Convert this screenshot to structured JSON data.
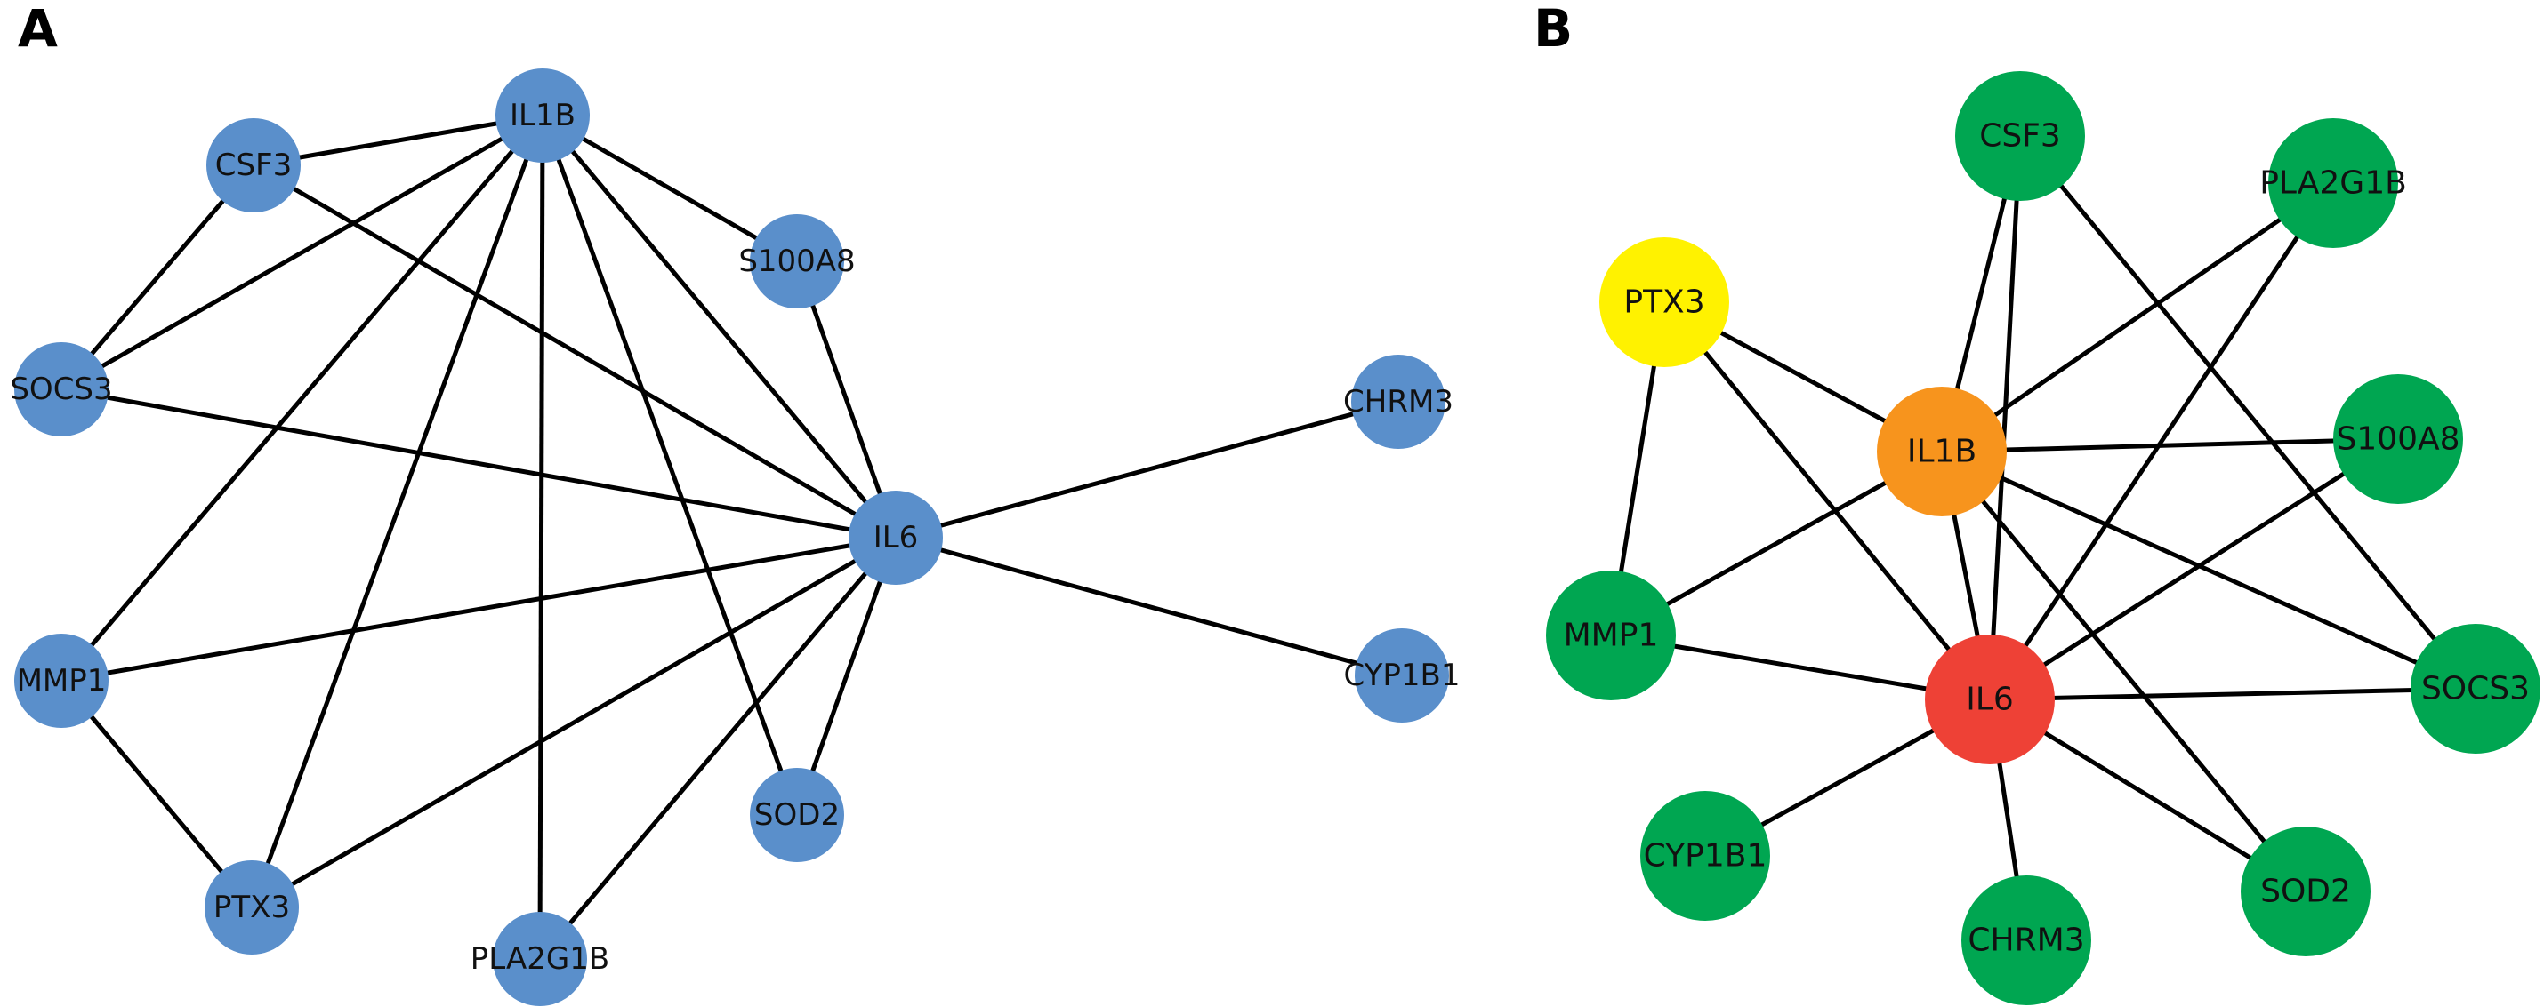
{
  "panels": [
    {
      "label": "A",
      "node_color": "#5A8FCB",
      "nodes": [
        {
          "id": "IL1B",
          "label": "IL1B"
        },
        {
          "id": "CSF3",
          "label": "CSF3"
        },
        {
          "id": "S100A8",
          "label": "S100A8"
        },
        {
          "id": "SOCS3",
          "label": "SOCS3"
        },
        {
          "id": "IL6",
          "label": "IL6"
        },
        {
          "id": "CHRM3",
          "label": "CHRM3"
        },
        {
          "id": "MMP1",
          "label": "MMP1"
        },
        {
          "id": "CYP1B1",
          "label": "CYP1B1"
        },
        {
          "id": "SOD2",
          "label": "SOD2"
        },
        {
          "id": "PTX3",
          "label": "PTX3"
        },
        {
          "id": "PLA2G1B",
          "label": "PLA2G1B"
        }
      ],
      "edges": [
        [
          "IL1B",
          "CSF3"
        ],
        [
          "IL1B",
          "SOCS3"
        ],
        [
          "IL1B",
          "S100A8"
        ],
        [
          "IL1B",
          "MMP1"
        ],
        [
          "IL1B",
          "PTX3"
        ],
        [
          "IL1B",
          "PLA2G1B"
        ],
        [
          "IL1B",
          "SOD2"
        ],
        [
          "IL1B",
          "IL6"
        ],
        [
          "CSF3",
          "SOCS3"
        ],
        [
          "CSF3",
          "IL6"
        ],
        [
          "SOCS3",
          "IL6"
        ],
        [
          "S100A8",
          "IL6"
        ],
        [
          "IL6",
          "CHRM3"
        ],
        [
          "IL6",
          "CYP1B1"
        ],
        [
          "IL6",
          "MMP1"
        ],
        [
          "IL6",
          "PTX3"
        ],
        [
          "IL6",
          "PLA2G1B"
        ],
        [
          "IL6",
          "SOD2"
        ],
        [
          "MMP1",
          "PTX3"
        ]
      ]
    },
    {
      "label": "B",
      "legend_colors": {
        "hub_1": "#EE4136",
        "hub_2": "#F7941D",
        "hub_3": "#FFF200",
        "other": "#00A651"
      },
      "nodes": [
        {
          "id": "CSF3",
          "label": "CSF3",
          "color": "#00A651"
        },
        {
          "id": "PLA2G1B",
          "label": "PLA2G1B",
          "color": "#00A651"
        },
        {
          "id": "PTX3",
          "label": "PTX3",
          "color": "#FFF200"
        },
        {
          "id": "IL1B",
          "label": "IL1B",
          "color": "#F7941D"
        },
        {
          "id": "S100A8",
          "label": "S100A8",
          "color": "#00A651"
        },
        {
          "id": "MMP1",
          "label": "MMP1",
          "color": "#00A651"
        },
        {
          "id": "IL6",
          "label": "IL6",
          "color": "#EE4136"
        },
        {
          "id": "SOCS3",
          "label": "SOCS3",
          "color": "#00A651"
        },
        {
          "id": "CYP1B1",
          "label": "CYP1B1",
          "color": "#00A651"
        },
        {
          "id": "CHRM3",
          "label": "CHRM3",
          "color": "#00A651"
        },
        {
          "id": "SOD2",
          "label": "SOD2",
          "color": "#00A651"
        }
      ],
      "edges": [
        [
          "PTX3",
          "IL1B"
        ],
        [
          "PTX3",
          "IL6"
        ],
        [
          "PTX3",
          "MMP1"
        ],
        [
          "CSF3",
          "IL1B"
        ],
        [
          "CSF3",
          "IL6"
        ],
        [
          "CSF3",
          "SOCS3"
        ],
        [
          "PLA2G1B",
          "IL1B"
        ],
        [
          "PLA2G1B",
          "IL6"
        ],
        [
          "IL1B",
          "S100A8"
        ],
        [
          "IL1B",
          "MMP1"
        ],
        [
          "IL1B",
          "IL6"
        ],
        [
          "IL1B",
          "SOCS3"
        ],
        [
          "IL1B",
          "SOD2"
        ],
        [
          "S100A8",
          "IL6"
        ],
        [
          "IL6",
          "MMP1"
        ],
        [
          "IL6",
          "SOCS3"
        ],
        [
          "IL6",
          "CYP1B1"
        ],
        [
          "IL6",
          "CHRM3"
        ],
        [
          "IL6",
          "SOD2"
        ]
      ]
    }
  ]
}
